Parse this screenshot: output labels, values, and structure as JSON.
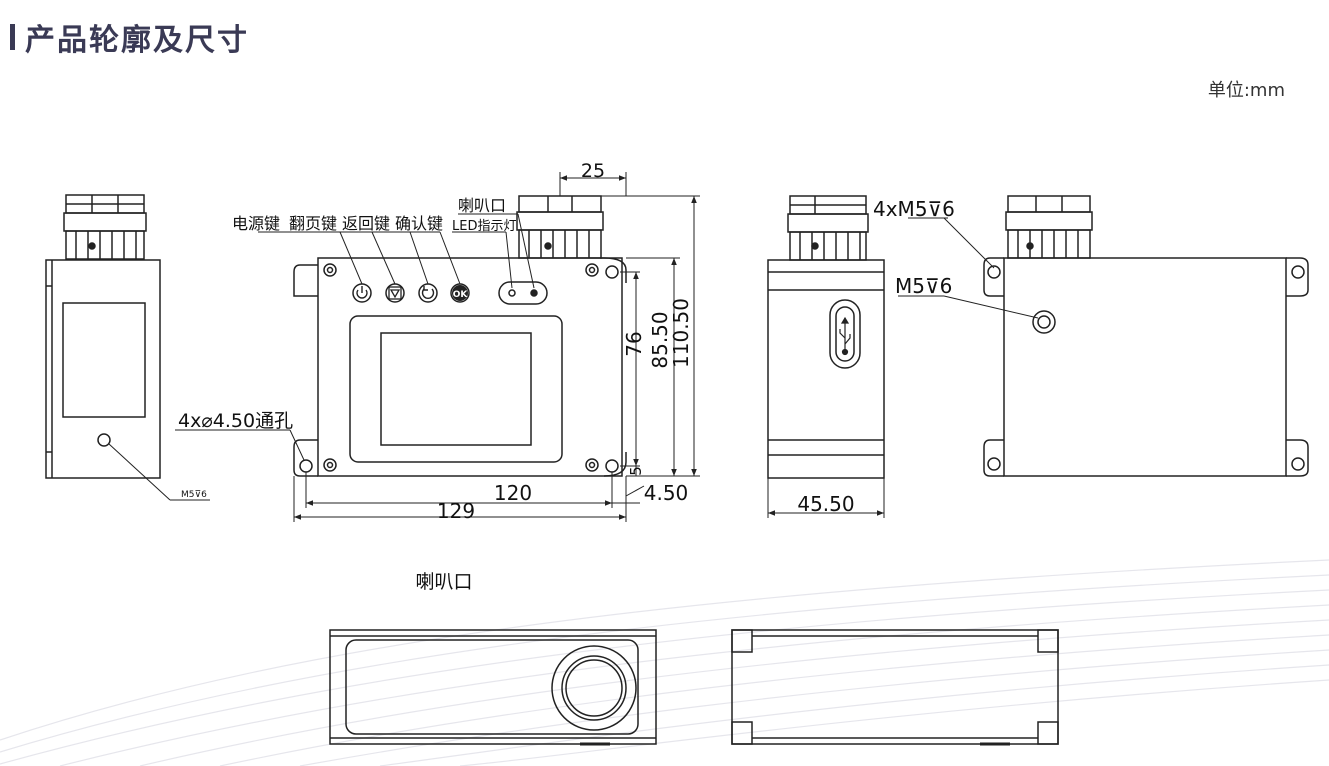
{
  "header": {
    "title": "产品轮廓及尺寸",
    "unit": "单位:mm"
  },
  "colors": {
    "title": "#3a3a55",
    "line": "#222222",
    "wave": "#e6e6ec"
  },
  "buttons": {
    "power": "电源键",
    "page": "翻页键",
    "back": "返回键",
    "confirm": "确认键",
    "ok_glyph": "OK",
    "speaker": "喇叭口",
    "led": "LED指示灯"
  },
  "dimensions": {
    "top_width": "25",
    "height_76": "76",
    "height_8550": "85.50",
    "height_11050": "110.50",
    "offset_5": "5",
    "hole_spacing_120": "120",
    "total_width_129": "129",
    "offset_450": "4.50",
    "depth_4550": "45.50",
    "holes_note": "4x⌀4.50通孔",
    "side_thread": "M5⊽6",
    "back_thread_count": "4xM5⊽6",
    "back_thread_center": "M5⊽6"
  },
  "bottom_view": {
    "label": "喇叭口"
  },
  "icons": [
    "power-icon",
    "page-down-icon",
    "back-icon",
    "ok-icon",
    "usb-icon",
    "led-icon"
  ]
}
